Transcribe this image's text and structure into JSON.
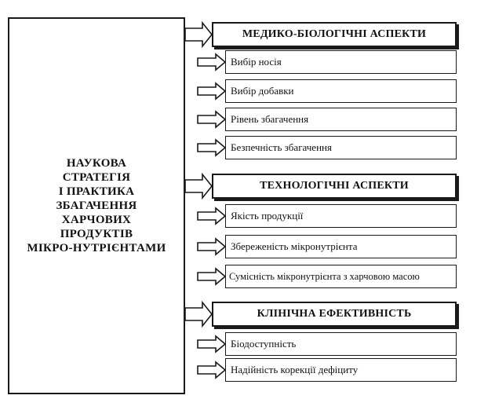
{
  "main": {
    "title": "НАУКОВА\nСТРАТЕГІЯ\nІ ПРАКТИКА\nЗБАГАЧЕННЯ\nХАРЧОВИХ\nПРОДУКТІВ\nМІКРО-НУТРІЄНТАМИ"
  },
  "sections": [
    {
      "title": "МЕДИКО-БІОЛОГІЧНІ АСПЕКТИ",
      "items": [
        "Вибір носія",
        "Вибір добавки",
        "Рівень збагачення",
        "Безпечність збагачення"
      ]
    },
    {
      "title": "ТЕХНОЛОГІЧНІ АСПЕКТИ",
      "items": [
        "Якість продукції",
        "Збереженість мікронутрієнта",
        "Сумісність мікронутрієнта з харчовою масою"
      ]
    },
    {
      "title": "КЛІНІЧНА ЕФЕКТИВНІСТЬ",
      "items": [
        "Біодоступність",
        "Надійність корекції дефіциту"
      ]
    }
  ]
}
